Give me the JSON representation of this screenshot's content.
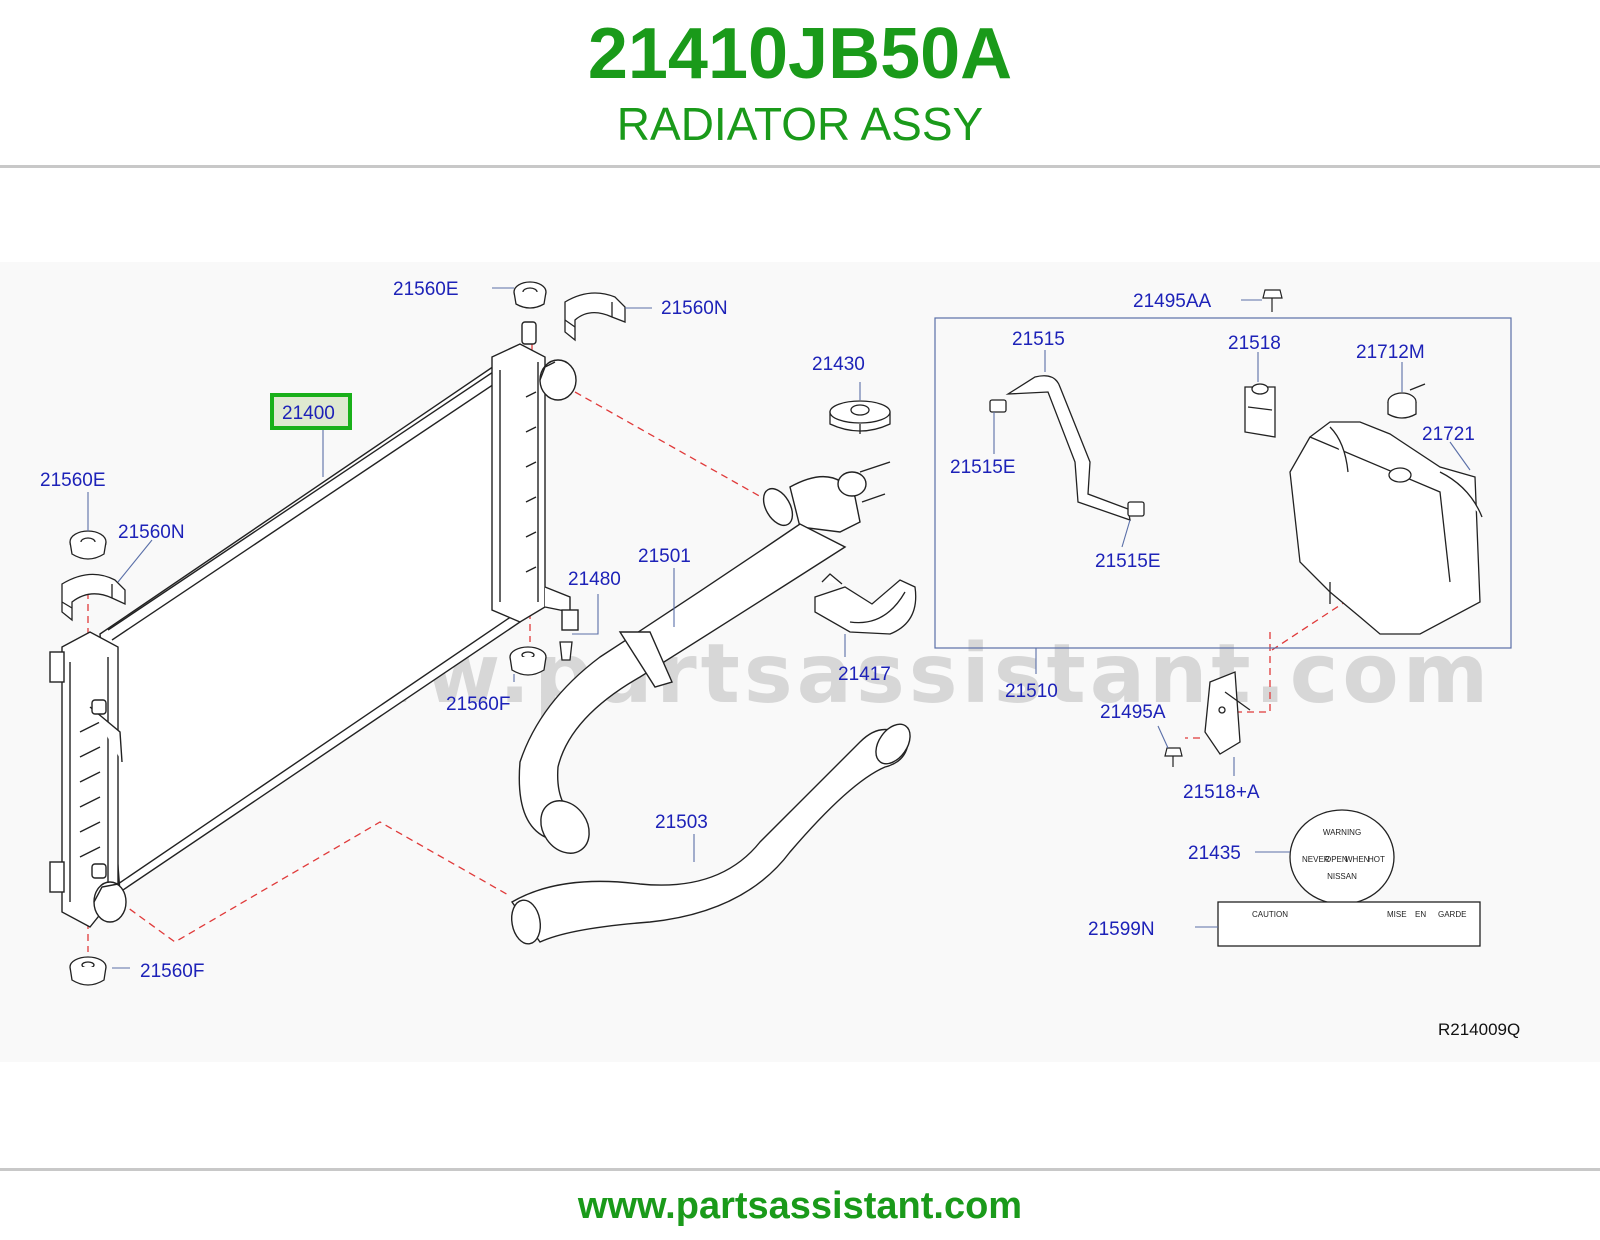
{
  "header": {
    "part_number": "21410JB50A",
    "part_name": "RADIATOR ASSY"
  },
  "diagram": {
    "reference_code": "R214009Q",
    "watermark": "www.partsassistant.com",
    "highlighted_callout": "21400",
    "callouts": {
      "c21400": "21400",
      "c21560E_top": "21560E",
      "c21560N_top": "21560N",
      "c21560E_left": "21560E",
      "c21560N_left": "21560N",
      "c21560F_mid": "21560F",
      "c21560F_bottom": "21560F",
      "c21480": "21480",
      "c21430": "21430",
      "c21501": "21501",
      "c21417": "21417",
      "c21503": "21503",
      "c21495AA": "21495AA",
      "c21515": "21515",
      "c21518": "21518",
      "c21712M": "21712M",
      "c21515E_a": "21515E",
      "c21515E_b": "21515E",
      "c21721": "21721",
      "c21510": "21510",
      "c21495A": "21495A",
      "c21518A": "21518+A",
      "c21435": "21435",
      "c21599N": "21599N"
    },
    "warning_label": {
      "title": "WARNING",
      "brand": "NISSAN",
      "small": [
        "NEVER",
        "OPEN",
        "WHEN",
        "HOT"
      ]
    },
    "caution_label": {
      "caution": "CAUTION",
      "mise": "MISE",
      "en": "EN",
      "garde": "GARDE"
    },
    "colors": {
      "brand_green": "#1a9a1a",
      "callout_blue": "#1d22b8",
      "highlight_green": "#19b019",
      "highlight_fill": "#dfe9d0",
      "dashed_red": "#e03a3a"
    }
  },
  "footer": {
    "url": "www.partsassistant.com"
  }
}
